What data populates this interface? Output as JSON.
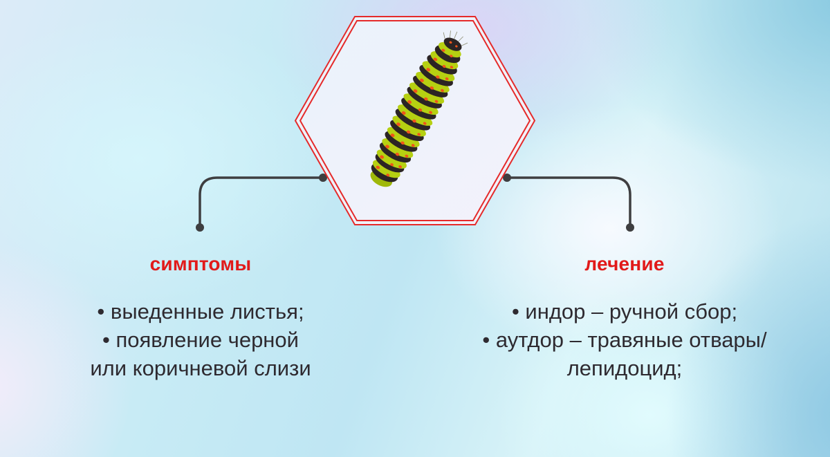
{
  "center": {
    "image": "caterpillar-illustration",
    "frame_shape": "hexagon",
    "frame_color": "#e52a2a"
  },
  "connectors": {
    "color": "#3e3e40"
  },
  "left_panel": {
    "heading": "симптомы",
    "items": [
      "• выеденные листья;",
      "• появление черной",
      "или коричневой слизи"
    ]
  },
  "right_panel": {
    "heading": "лечение",
    "items": [
      "• индор – ручной сбор;",
      "• аутдор – травяные отвары/",
      "лепидоцид;"
    ]
  },
  "colors": {
    "heading": "#e11a1a",
    "body_text": "#2e2a30"
  }
}
